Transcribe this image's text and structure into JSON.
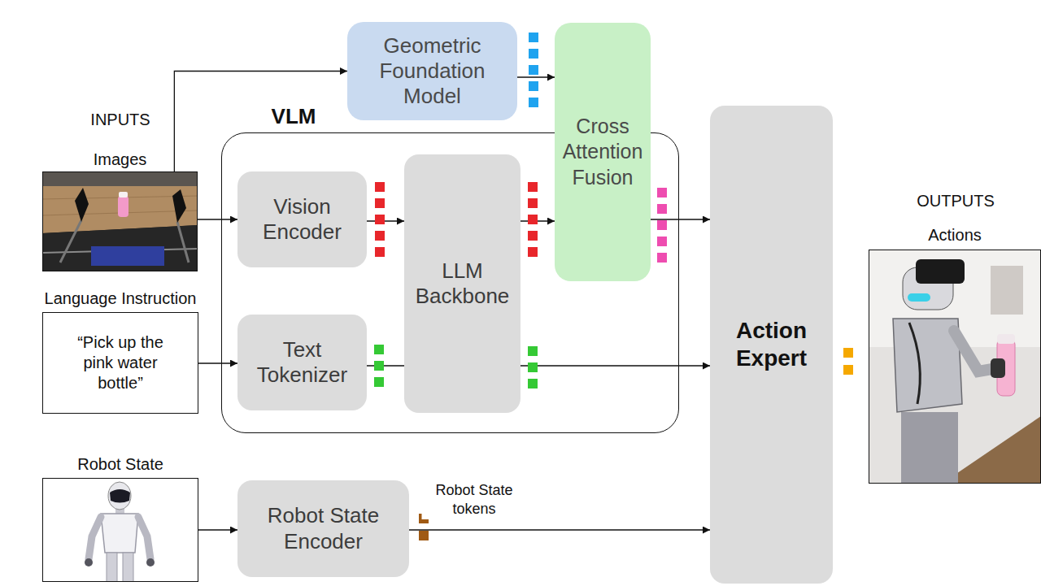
{
  "diagram": {
    "nodes": [
      {
        "text": [
          "Images"
        ]
      },
      {
        "text": [
          "Geometric Foundation Model"
        ]
      },
      {
        "text": [
          "VLM"
        ]
      },
      {
        "text": [
          "Vision Encoder"
        ],
        "in": 2
      },
      {
        "text": [
          "LLM Backbone"
        ],
        "in": 2
      },
      {
        "text": [
          "Cross Attention Fusion"
        ]
      },
      {
        "text": [
          "Language Instruction",
          "“Pick up the pink water bottle”"
        ]
      },
      {
        "text": [
          "Text Tokenizer"
        ],
        "in": 2
      },
      {
        "text": [
          "Action Expert"
        ]
      },
      {
        "text": [
          "Robot State"
        ]
      },
      {
        "text": [
          "Robot State Encoder"
        ]
      },
      {
        "text": [
          "Actions"
        ]
      }
    ],
    "edges": [
      {
        "from": 0,
        "to": 1,
        "arrow": "to"
      },
      {
        "from": 0,
        "to": 3,
        "arrow": "to"
      },
      {
        "from": 3,
        "to": 4,
        "arrow": "to"
      },
      {
        "from": 1,
        "to": 5,
        "arrow": "to"
      },
      {
        "from": 4,
        "to": 5,
        "arrow": "to"
      },
      {
        "from": 6,
        "to": 7,
        "arrow": "to"
      },
      {
        "from": 7,
        "to": 4,
        "arrow": "none"
      },
      {
        "from": 5,
        "to": 8,
        "arrow": "to"
      },
      {
        "from": 4,
        "to": 8,
        "arrow": "to"
      },
      {
        "from": 9,
        "to": 10,
        "arrow": "to"
      },
      {
        "from": 10,
        "to": 8,
        "arrow": "to",
        "label": "Robot State tokens"
      }
    ],
    "labels": [
      "INPUTS",
      "OUTPUTS"
    ]
  }
}
